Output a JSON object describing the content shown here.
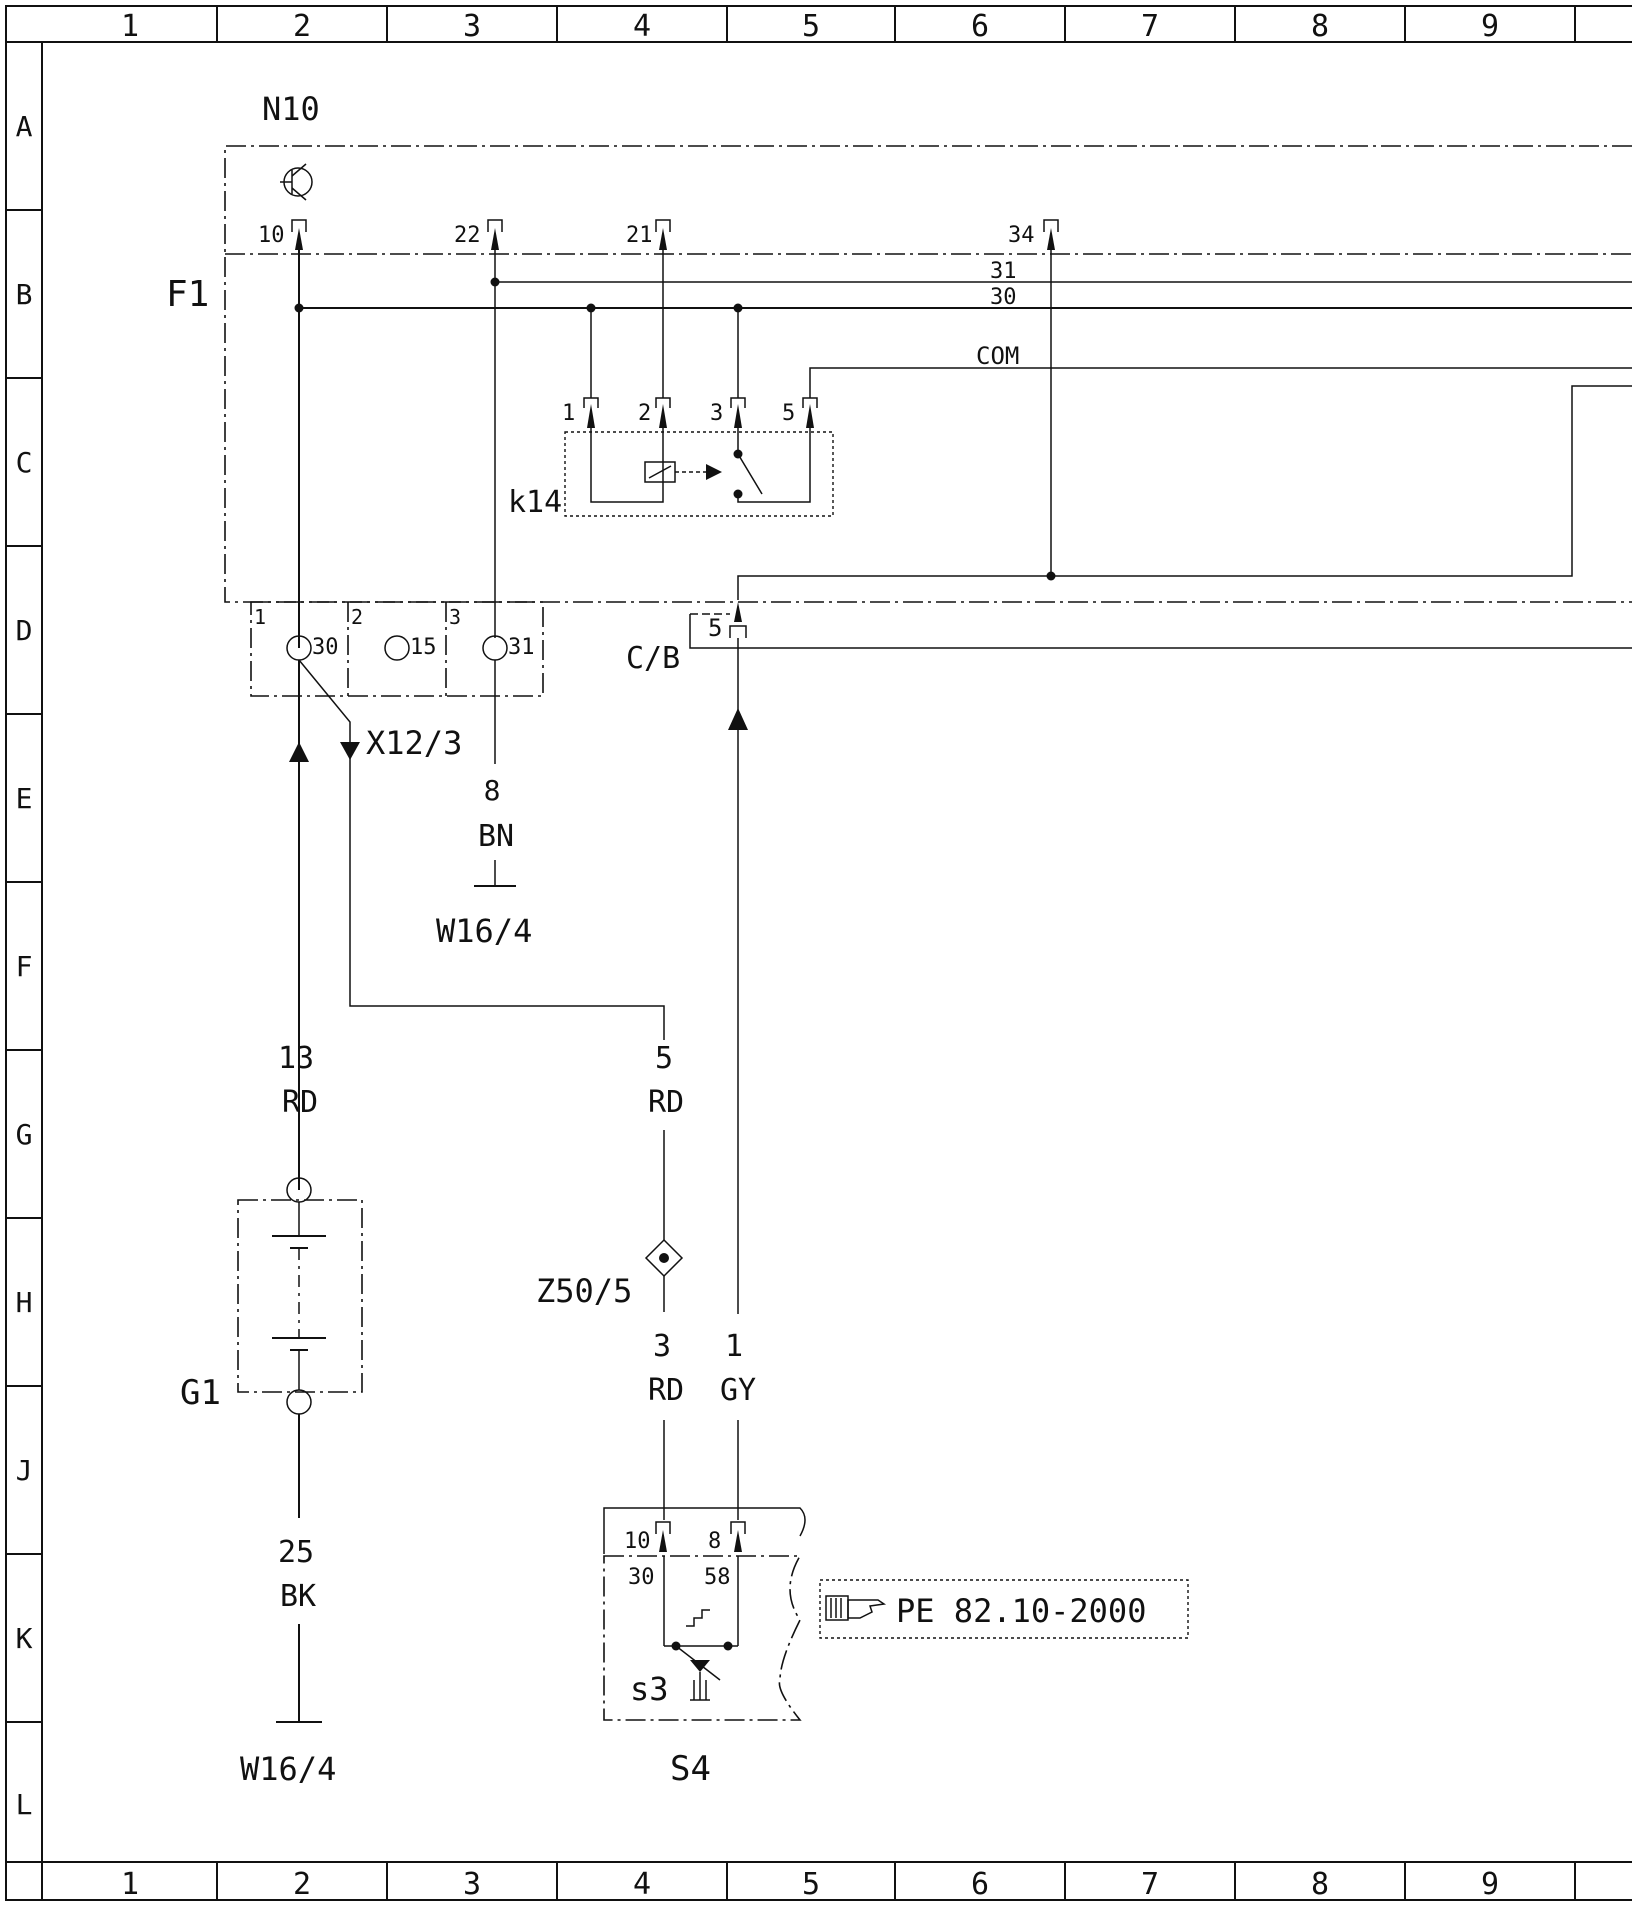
{
  "grid": {
    "columns": [
      "1",
      "2",
      "3",
      "4",
      "5",
      "6",
      "7",
      "8",
      "9"
    ],
    "rows": [
      "A",
      "B",
      "C",
      "D",
      "E",
      "F",
      "G",
      "H",
      "J",
      "K",
      "L"
    ]
  },
  "components": {
    "n10": "N10",
    "f1": "F1",
    "k14": "k14",
    "g1": "G1",
    "x12": "X12/3",
    "z50": "Z50/5",
    "s4": "S4",
    "s3": "s3",
    "ground_top": "W16/4",
    "ground_bottom": "W16/4",
    "cb": "C/B"
  },
  "connector_pins": {
    "n10_10": "10",
    "n10_22": "22",
    "n10_21": "21",
    "n10_34": "34",
    "k14_1": "1",
    "k14_2": "2",
    "k14_3": "3",
    "k14_5": "5",
    "cb_5": "5",
    "s4_10": "10",
    "s4_8": "8"
  },
  "bus_labels": {
    "b31": "31",
    "b30": "30",
    "com": "COM"
  },
  "terminal_block": {
    "pos1": "1",
    "t30": "30",
    "pos2": "2",
    "t15": "15",
    "pos3": "3",
    "t31": "31"
  },
  "switch_terminals": {
    "t30": "30",
    "t58": "58"
  },
  "wires": {
    "w8": {
      "num": "8",
      "color": "BN"
    },
    "w13": {
      "num": "13",
      "color": "RD"
    },
    "w5": {
      "num": "5",
      "color": "RD"
    },
    "w3": {
      "num": "3",
      "color": "RD"
    },
    "w1": {
      "num": "1",
      "color": "GY"
    },
    "w25": {
      "num": "25",
      "color": "BK"
    }
  },
  "reference": {
    "icon": "pointing-hand-icon",
    "text": "PE 82.10-2000"
  }
}
